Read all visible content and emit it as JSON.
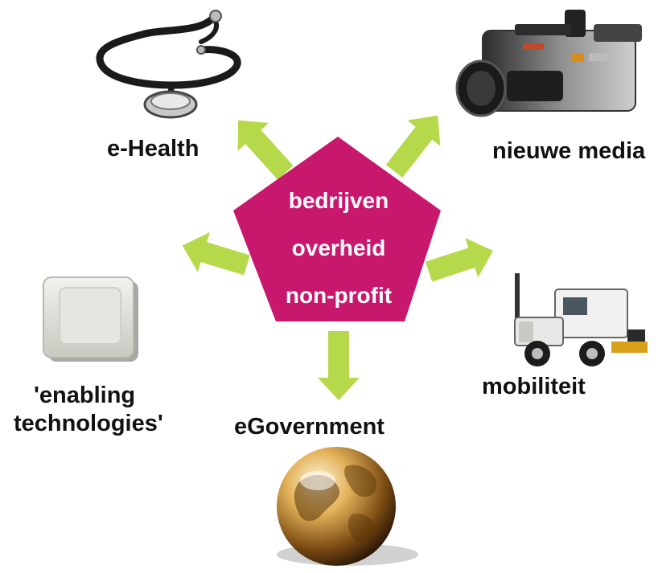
{
  "center": {
    "lines": [
      "bedrijven",
      "overheid",
      "non-profit"
    ],
    "color": "#c8186e"
  },
  "arrow_color": "#b5d94a",
  "nodes": {
    "ehealth": {
      "label": "e-Health",
      "icon": "stethoscope-icon"
    },
    "media": {
      "label": "nieuwe media",
      "icon": "video-camera-icon"
    },
    "enabling": {
      "label_line1": "'enabling",
      "label_line2": "technologies'",
      "icon": "keyboard-key-icon"
    },
    "mobility": {
      "label": "mobiliteit",
      "icon": "truck-icon"
    },
    "egov": {
      "label": "eGovernment",
      "icon": "globe-icon"
    }
  }
}
